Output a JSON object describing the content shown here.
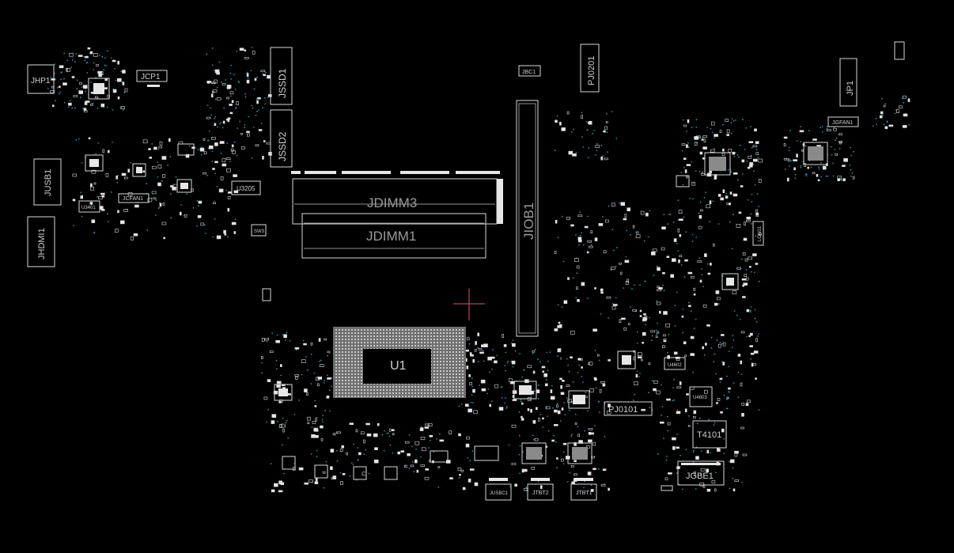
{
  "viewer": {
    "cursor_color": "#e0556a",
    "via_color": "#2a8fa0",
    "outline_color": "#d8d8d8"
  },
  "components": {
    "jhp1": "JHP1",
    "jcp1": "JCP1",
    "jssd1": "JSSD1",
    "jssd2": "JSSD2",
    "jbc1": "JBC1",
    "pj0201": "PJ0201",
    "jp1": "JP1",
    "jgfan1": "JGFAN1",
    "jusb1": "JUSB1",
    "jcfan1": "JCFAN1",
    "u3401": "U3401",
    "u3205": "U3205",
    "sw3": "SW3",
    "jdimm3": "JDIMM3",
    "jdimm1": "JDIMM1",
    "jiob1": "JIOB1",
    "jhdmi1": "JHDMI1",
    "lon01": "LON01",
    "u1": "U1",
    "u4602": "U4602",
    "u4603": "U4603",
    "pj0101": "PJ0101",
    "t4101": "T4101",
    "jgbe1": "JGBE1",
    "jusbc1": "JUSBC1",
    "jtbt2": "JTBT2",
    "jtbt1": "JTBT1"
  }
}
